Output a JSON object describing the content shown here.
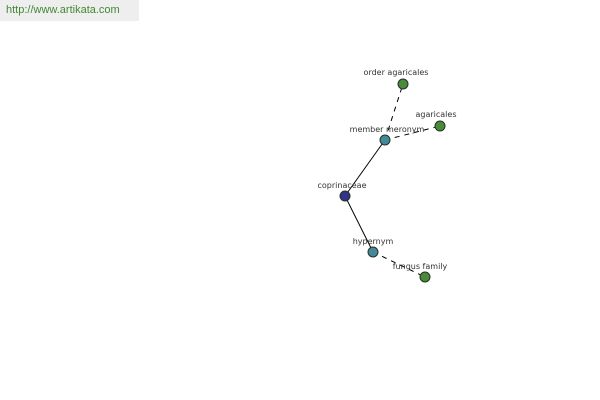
{
  "banner": {
    "url": "http://www.artikata.com"
  },
  "colors": {
    "root": "#333388",
    "relation": "#44889a",
    "leaf": "#4a8a3a",
    "banner_bg": "#eeeeee",
    "banner_text": "#448833"
  },
  "graph": {
    "nodes": [
      {
        "id": "coprinaceae",
        "label": "coprinaceae",
        "kind": "root"
      },
      {
        "id": "member-meronym",
        "label": "member meronym",
        "kind": "relation"
      },
      {
        "id": "hypernym",
        "label": "hypernym",
        "kind": "relation"
      },
      {
        "id": "order-agaricales",
        "label": "order agaricales",
        "kind": "leaf"
      },
      {
        "id": "agaricales",
        "label": "agaricales",
        "kind": "leaf"
      },
      {
        "id": "fungus-family",
        "label": "fungus family",
        "kind": "leaf"
      }
    ],
    "edges": [
      {
        "from": "coprinaceae",
        "to": "member-meronym",
        "style": "solid"
      },
      {
        "from": "coprinaceae",
        "to": "hypernym",
        "style": "solid"
      },
      {
        "from": "member-meronym",
        "to": "order-agaricales",
        "style": "dashed"
      },
      {
        "from": "member-meronym",
        "to": "agaricales",
        "style": "dashed"
      },
      {
        "from": "hypernym",
        "to": "fungus-family",
        "style": "dashed"
      }
    ]
  }
}
